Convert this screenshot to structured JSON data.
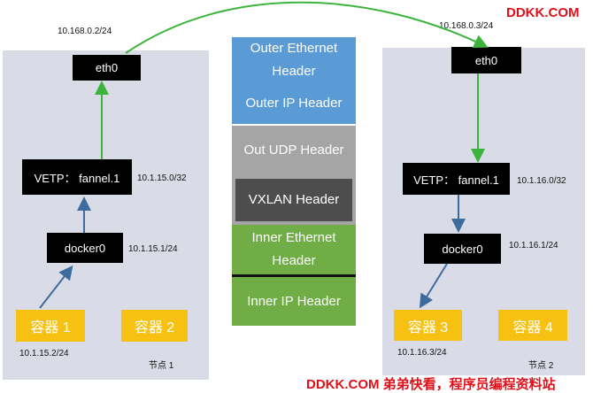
{
  "watermark_top": "DDKK.COM",
  "watermark_bottom": "DDKK.COM 弟弟快看，程序员编程资料站",
  "node1": {
    "eth_ip": "10.168.0.2/24",
    "eth": "eth0",
    "vetp": "VETP： fannel.1",
    "vetp_ip": "10.1.15.0/32",
    "docker": "docker0",
    "docker_ip": "10.1.15.1/24",
    "container_a": "容器 1",
    "container_b": "容器 2",
    "container_ip": "10.1.15.2/24",
    "label": "节点 1"
  },
  "node2": {
    "eth_ip": "10.168.0.3/24",
    "eth": "eth0",
    "vetp": "VETP： fannel.1",
    "vetp_ip": "10.1.16.0/32",
    "docker": "docker0",
    "docker_ip": "10.1.16.1/24",
    "container_a": "容器 3",
    "container_b": "容器 4",
    "container_ip": "10.1.16.3/24",
    "label": "节点 2"
  },
  "packet": {
    "outer_eth_1": "Outer Ethernet",
    "outer_eth_2": "Header",
    "outer_ip": "Outer IP Header",
    "udp": "Out UDP Header",
    "vxlan": "VXLAN Header",
    "inner_eth_1": "Inner Ethernet",
    "inner_eth_2": "Header",
    "inner_ip": "Inner IP Header"
  },
  "colors": {
    "panel": "#d9dce6",
    "outer_blue": "#5b9bd5",
    "gray": "#a5a5a5",
    "dark_gray": "#4d4d4d",
    "green": "#70ad47",
    "container": "#f7c111",
    "arrow_green": "#3cb43c",
    "arrow_blue": "#3d6b9e"
  }
}
